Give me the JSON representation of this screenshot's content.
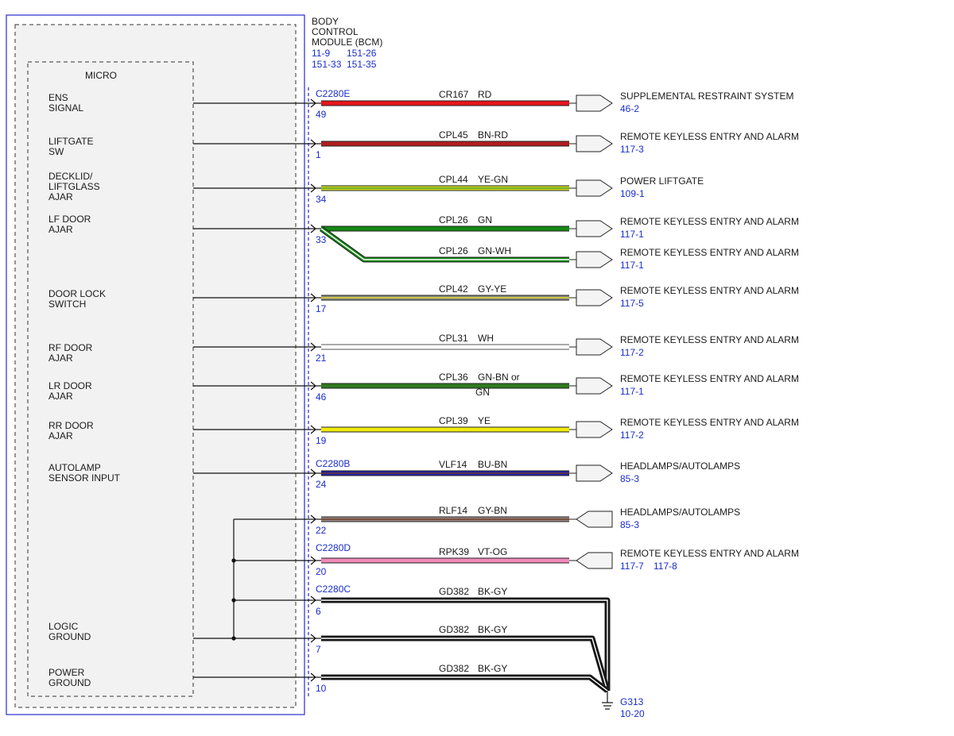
{
  "module": {
    "title_lines": [
      "BODY",
      "CONTROL",
      "MODULE (BCM)"
    ],
    "refs_line1": [
      "11-9",
      "151-26"
    ],
    "refs_line2": [
      "151-33",
      "151-35"
    ],
    "micro_label": "MICRO"
  },
  "inputs": [
    {
      "lines": [
        "ENS",
        "SIGNAL"
      ]
    },
    {
      "lines": [
        "LIFTGATE",
        "SW"
      ]
    },
    {
      "lines": [
        "DECKLID/",
        "LIFTGLASS",
        "AJAR"
      ]
    },
    {
      "lines": [
        "LF DOOR",
        "AJAR"
      ]
    },
    {
      "lines": [
        "DOOR LOCK",
        "SWITCH"
      ]
    },
    {
      "lines": [
        "RF DOOR",
        "AJAR"
      ]
    },
    {
      "lines": [
        "LR DOOR",
        "AJAR"
      ]
    },
    {
      "lines": [
        "RR DOOR",
        "AJAR"
      ]
    },
    {
      "lines": [
        "AUTOLAMP",
        "SENSOR INPUT"
      ]
    },
    {
      "lines": [
        "LOGIC",
        "GROUND"
      ]
    },
    {
      "lines": [
        "POWER",
        "GROUND"
      ]
    }
  ],
  "connectors": [
    "C2280E",
    "C2280B",
    "C2280D",
    "C2280C"
  ],
  "circuits": [
    {
      "pin": "49",
      "circuit": "CR167",
      "color_code": "RD",
      "color_code2": "",
      "dest": "SUPPLEMENTAL RESTRAINT SYSTEM",
      "dest_ref": "46-2",
      "dest_ref2": "",
      "main_color": "#e8141c",
      "stripe_color": "#e8141c"
    },
    {
      "pin": "1",
      "circuit": "CPL45",
      "color_code": "BN-RD",
      "color_code2": "",
      "dest": "REMOTE KEYLESS ENTRY AND ALARM",
      "dest_ref": "117-3",
      "dest_ref2": "",
      "main_color": "#b01e1e",
      "stripe_color": "#b01e1e"
    },
    {
      "pin": "34",
      "circuit": "CPL44",
      "color_code": "YE-GN",
      "color_code2": "",
      "dest": "POWER LIFTGATE",
      "dest_ref": "109-1",
      "dest_ref2": "",
      "main_color": "#d8e020",
      "stripe_color": "#4a9a2a"
    },
    {
      "pin": "33",
      "circuit": "CPL26",
      "color_code": "GN",
      "color_code2": "",
      "dest": "REMOTE KEYLESS ENTRY AND ALARM",
      "dest_ref": "117-1",
      "dest_ref2": "",
      "main_color": "#138a13",
      "stripe_color": "#138a13"
    },
    {
      "pin": "",
      "circuit": "CPL26",
      "color_code": "GN-WH",
      "color_code2": "",
      "dest": "REMOTE KEYLESS ENTRY AND ALARM",
      "dest_ref": "117-1",
      "dest_ref2": "",
      "main_color": "#138a13",
      "stripe_color": "#ffffff"
    },
    {
      "pin": "17",
      "circuit": "CPL42",
      "color_code": "GY-YE",
      "color_code2": "",
      "dest": "REMOTE KEYLESS ENTRY AND ALARM",
      "dest_ref": "117-5",
      "dest_ref2": "",
      "main_color": "#8a8a8a",
      "stripe_color": "#e0d820"
    },
    {
      "pin": "21",
      "circuit": "CPL31",
      "color_code": "WH",
      "color_code2": "",
      "dest": "REMOTE KEYLESS ENTRY AND ALARM",
      "dest_ref": "117-2",
      "dest_ref2": "",
      "main_color": "#ffffff",
      "stripe_color": "#ffffff"
    },
    {
      "pin": "46",
      "circuit": "CPL36",
      "color_code": "GN-BN  or",
      "color_code2": "GN",
      "dest": "REMOTE KEYLESS ENTRY AND ALARM",
      "dest_ref": "117-1",
      "dest_ref2": "",
      "main_color": "#2f7a1e",
      "stripe_color": "#2f7a1e"
    },
    {
      "pin": "19",
      "circuit": "CPL39",
      "color_code": "YE",
      "color_code2": "",
      "dest": "REMOTE KEYLESS ENTRY AND ALARM",
      "dest_ref": "117-2",
      "dest_ref2": "",
      "main_color": "#f0ea10",
      "stripe_color": "#f0ea10"
    },
    {
      "pin": "24",
      "circuit": "VLF14",
      "color_code": "BU-BN",
      "color_code2": "",
      "dest": "HEADLAMPS/AUTOLAMPS",
      "dest_ref": "85-3",
      "dest_ref2": "",
      "main_color": "#1e1eb4",
      "stripe_color": "#6a3a20"
    },
    {
      "pin": "22",
      "circuit": "RLF14",
      "color_code": "GY-BN",
      "color_code2": "",
      "dest": "HEADLAMPS/AUTOLAMPS",
      "dest_ref": "85-3",
      "dest_ref2": "",
      "main_color": "#9a8a88",
      "stripe_color": "#6a3a20"
    },
    {
      "pin": "20",
      "circuit": "RPK39",
      "color_code": "VT-OG",
      "color_code2": "",
      "dest": "REMOTE KEYLESS ENTRY AND ALARM",
      "dest_ref": "117-7",
      "dest_ref2": "117-8",
      "main_color": "#f08ab8",
      "stripe_color": "#f08ab8"
    },
    {
      "pin": "6",
      "circuit": "GD382",
      "color_code": "BK-GY",
      "color_code2": "",
      "dest": "",
      "dest_ref": "",
      "dest_ref2": "",
      "main_color": "#111111",
      "stripe_color": "#ffffff"
    },
    {
      "pin": "7",
      "circuit": "GD382",
      "color_code": "BK-GY",
      "color_code2": "",
      "dest": "",
      "dest_ref": "",
      "dest_ref2": "",
      "main_color": "#111111",
      "stripe_color": "#ffffff"
    },
    {
      "pin": "10",
      "circuit": "GD382",
      "color_code": "BK-GY",
      "color_code2": "",
      "dest": "",
      "dest_ref": "",
      "dest_ref2": "",
      "main_color": "#111111",
      "stripe_color": "#ffffff"
    }
  ],
  "ground": {
    "label": "G313",
    "ref": "10-20"
  }
}
